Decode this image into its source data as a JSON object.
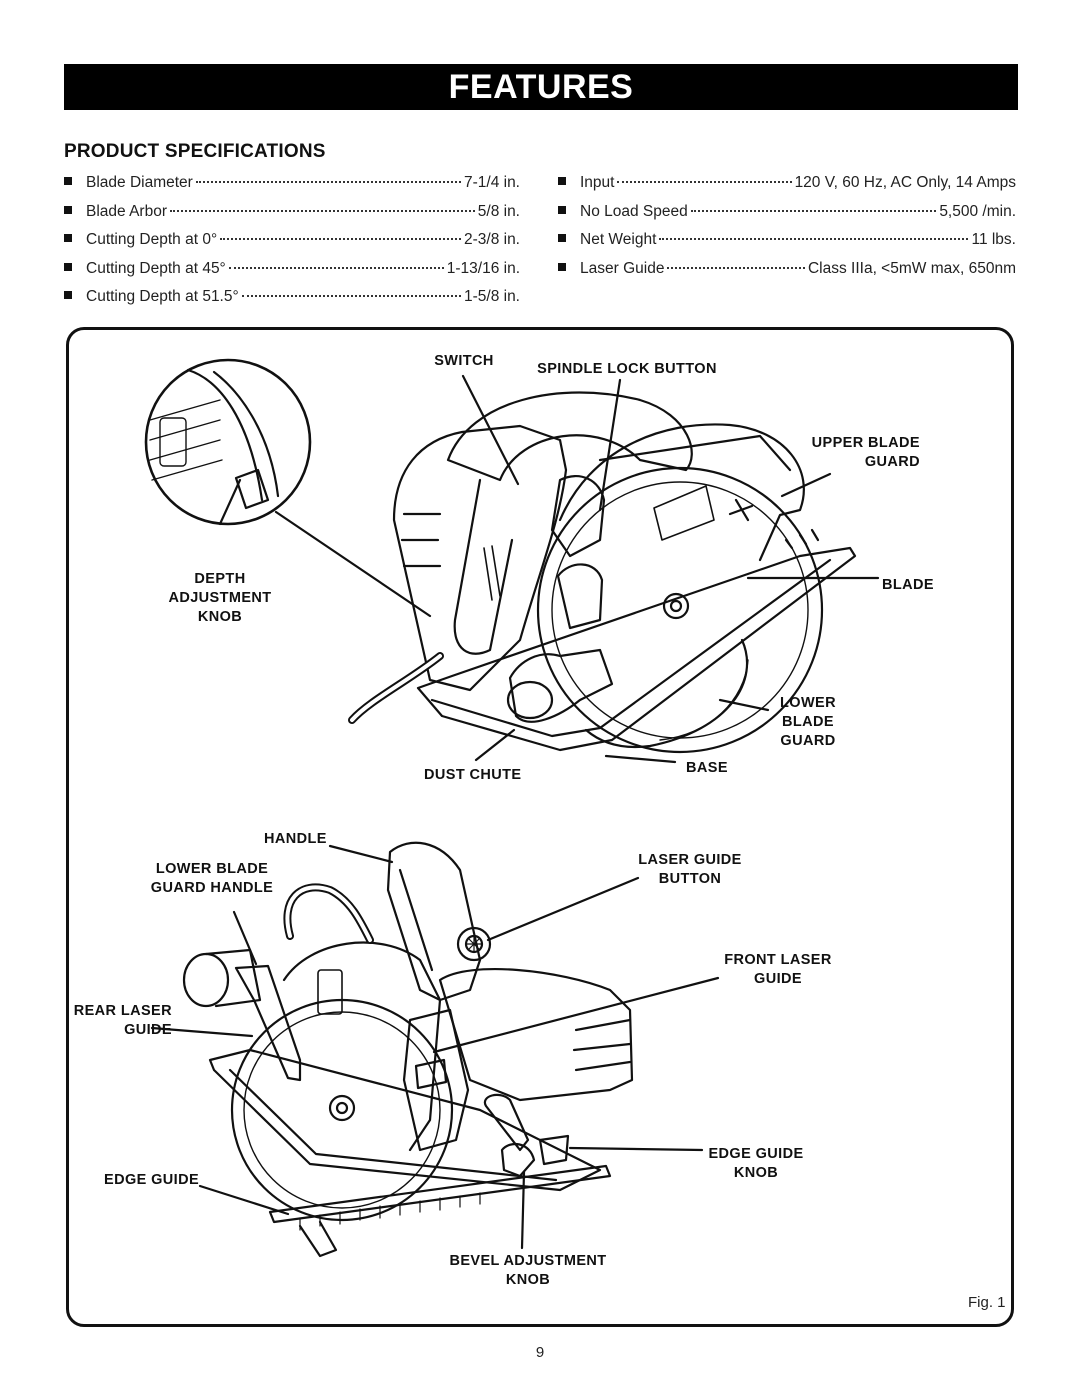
{
  "banner_title": "FEATURES",
  "section_title": "PRODUCT SPECIFICATIONS",
  "specs_left": [
    {
      "label": "Blade Diameter",
      "value": "7-1/4 in."
    },
    {
      "label": "Blade Arbor",
      "value": "5/8 in."
    },
    {
      "label": "Cutting Depth at 0°",
      "value": "2-3/8 in."
    },
    {
      "label": "Cutting Depth at 45°",
      "value": "1-13/16 in."
    },
    {
      "label": "Cutting Depth at 51.5°",
      "value": "1-5/8 in."
    }
  ],
  "specs_right": [
    {
      "label": "Input",
      "value": "120 V, 60 Hz, AC Only, 14 Amps"
    },
    {
      "label": "No Load Speed",
      "value": "5,500 /min."
    },
    {
      "label": "Net Weight",
      "value": "11 lbs."
    },
    {
      "label": "Laser Guide",
      "value": "Class IIIa, <5mW max, 650nm"
    }
  ],
  "callouts": {
    "switch": "SWITCH",
    "spindle_lock": "SPINDLE LOCK BUTTON",
    "upper_guard": "UPPER BLADE\nGUARD",
    "depth_knob": "DEPTH\nADJUSTMENT\nKNOB",
    "blade": "BLADE",
    "lower_guard": "LOWER\nBLADE\nGUARD",
    "dust_chute": "DUST CHUTE",
    "base": "BASE",
    "handle": "HANDLE",
    "lower_guard_handle": "LOWER BLADE\nGUARD HANDLE",
    "laser_button": "LASER GUIDE\nBUTTON",
    "front_laser": "FRONT LASER\nGUIDE",
    "rear_laser": "REAR LASER\nGUIDE",
    "edge_guide": "EDGE GUIDE",
    "edge_guide_knob": "EDGE GUIDE\nKNOB",
    "bevel_knob": "BEVEL ADJUSTMENT\nKNOB"
  },
  "figure_label": "Fig. 1",
  "page_number": "9"
}
